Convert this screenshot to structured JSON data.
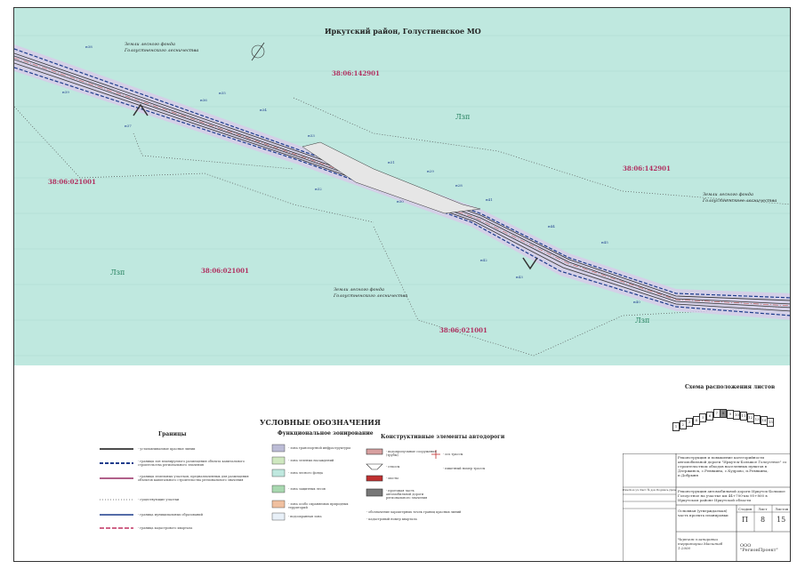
{
  "header": {
    "title": "Иркутский район, Голустненское МО"
  },
  "map_labels": {
    "parcels": [
      "38:06:142901",
      "38:06:021001",
      "38:06:021001",
      "38:06:021001",
      "38:06:142901"
    ],
    "zones": [
      "Лзп",
      "Лзп",
      "Лзп"
    ],
    "forest_1": [
      "Земли лесного фонда",
      "Голоустненского лесничества"
    ],
    "forest_2": [
      "Земли лесного фонда",
      "Голоустненского лесничества"
    ],
    "forest_3": [
      "Земли лесного фонда",
      "Голоустненского лесничества"
    ],
    "pickets": [
      "н39",
      "н38",
      "н37",
      "н36",
      "н35",
      "н34",
      "н33",
      "н32",
      "н31",
      "н30",
      "н29",
      "н28",
      "н41",
      "н42",
      "н43",
      "н44",
      "н45",
      "н40"
    ]
  },
  "legend": {
    "title": "УСЛОВНЫЕ ОБОЗНАЧЕНИЯ",
    "col1_title": "Границы",
    "col1_items": [
      "- устанавливаемые красные линии",
      "- границы зон планируемого размещения объекта капитального строительства регионального значения",
      "- границы земельных участков, предназначенных для размещения объектов капитального строительства регионального значения",
      "- существующие участки",
      "- граница муниципальных образований",
      "- граница кадастрового квартала"
    ],
    "col2_title": "Функциональное зонирование",
    "col2_items": [
      "- зона транспортной инфраструктуры",
      "- зона зеленых насаждений",
      "- зона лесного фонда",
      "- зона защитных лесов",
      "- зона особо охраняемых природных территорий",
      "- водоохранная зона"
    ],
    "col3_title": "Конструктивные элементы автодороги",
    "col3_items": [
      "- водопропускные сооружения (трубы)",
      "- откосы",
      "- мосты",
      "- проезжая часть автомобильной дороги регионального значения"
    ],
    "col3_right": [
      "- ось трассы",
      "- пикетный номер трассы"
    ],
    "notes": [
      "- обозначение характерных точек границ красных линий",
      "- кадастровый номер квартала"
    ]
  },
  "scheme": {
    "title": "Схема расположения листов",
    "sheets": [
      "1",
      "2",
      "3",
      "4",
      "5",
      "6",
      "7",
      "8",
      "9",
      "10",
      "11",
      "12",
      "13",
      "14",
      "15"
    ]
  },
  "stamp": {
    "project": "Реконструкция и повышение категорийности автомобильной дороги \"Иркутск-Большое Голоустное\" со строительством обходов населенных пунктов в Дзержинск, с.Ревякина, с.Кудрово, п.Ревякина, п.Добрыня",
    "object": "Реконструкция автомобильной дороги Иркутск-Большое Голоустное на участке км 44+700-км 95+800 в Иркутском районе Иркутской области",
    "section": "Основная (утверждаемая) часть проекта планировки",
    "drawing": "Чертеж планировки территории Масштаб 1:2000",
    "org": "ООО \"РегионПроект\"",
    "hdr": [
      "Стадия",
      "Лист",
      "Листов"
    ],
    "vals": [
      "П",
      "8",
      "15"
    ],
    "cols": [
      "Изм",
      "Кол.уч",
      "Лист",
      "№ док",
      "Подпись",
      "Дата"
    ]
  }
}
